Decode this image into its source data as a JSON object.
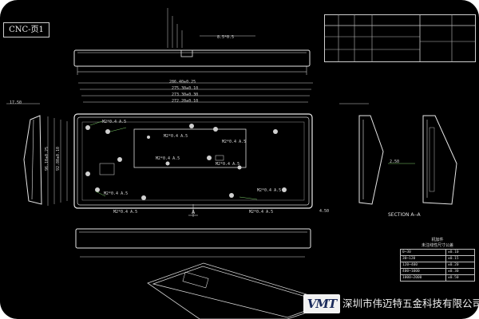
{
  "drawing": {
    "sheet_tab": "CNC-页1",
    "section_label": "SECTION  A--A",
    "hole_label": "M2*0.4 A.5",
    "dimensions": {
      "top_small": "8.5*0.5",
      "top_left": "A",
      "outer_width": "286.40±0.25",
      "inner_width_1": "275.30±0.10",
      "inner_width_2": "273.30±0.30",
      "inner_width_3": "272.20±0.10",
      "left_height": "96.10±0.25",
      "left_height_2": "92.80±0.10",
      "thickness": "17.50",
      "side_dim": "2.50",
      "right_dim": "4.50",
      "section_a": "A"
    }
  },
  "spec_table": {
    "caption": "机加件\n未注线性尺寸公差",
    "rows": [
      [
        "0~30",
        "±0.10"
      ],
      [
        "30~120",
        "±0.15"
      ],
      [
        "120~400",
        "±0.20"
      ],
      [
        "400~1000",
        "±0.30"
      ],
      [
        "1000~2000",
        "±0.50"
      ]
    ]
  },
  "company": {
    "logo_text": "VMT",
    "name": "深圳市伟迈特五金科技有限公司"
  }
}
